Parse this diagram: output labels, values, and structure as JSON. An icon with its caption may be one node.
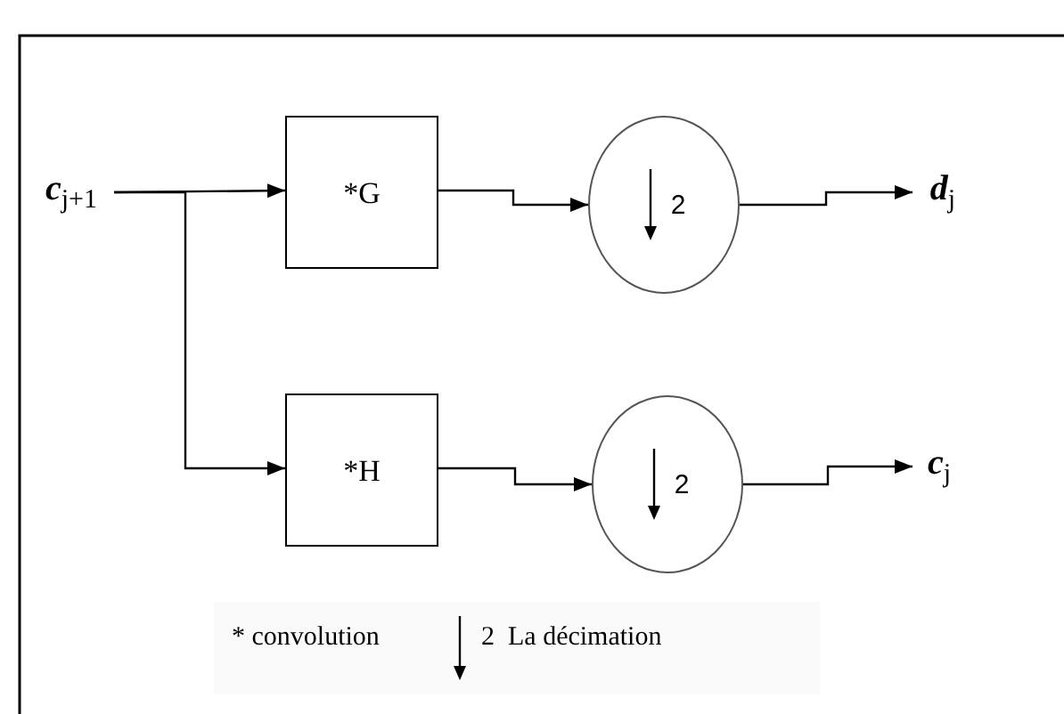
{
  "diagram": {
    "nodes": [
      {
        "text": [
          "**c**$_{j+1}$"
        ]
      },
      {
        "text": [
          "*G"
        ]
      },
      {
        "text": [
          "*H"
        ]
      },
      {
        "text": [
          "2"
        ]
      },
      {
        "text": [
          "2"
        ]
      },
      {
        "text": [
          "**d**$_{j}$"
        ]
      },
      {
        "text": [
          "**c**$_{j}$"
        ]
      }
    ],
    "edges": [
      {
        "from": 0,
        "to": 1,
        "arrow": "to"
      },
      {
        "from": 0,
        "to": 2,
        "arrow": "to"
      },
      {
        "from": 1,
        "to": 3,
        "arrow": "to"
      },
      {
        "from": 2,
        "to": 4,
        "arrow": "to"
      },
      {
        "from": 3,
        "to": 5,
        "arrow": "to"
      },
      {
        "from": 4,
        "to": 6,
        "arrow": "to"
      }
    ],
    "labels": [
      "* convolution",
      "2  La décimation"
    ]
  }
}
